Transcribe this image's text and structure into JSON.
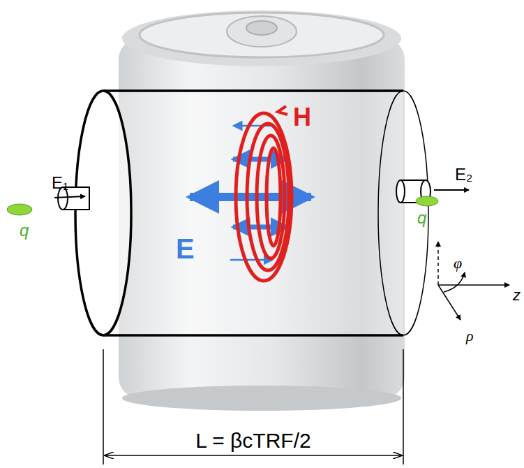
{
  "diagram": {
    "labels": [
      "E₁",
      "q",
      "H",
      "E",
      "E₂",
      "q",
      "φ",
      "z",
      "ρ",
      "L = βcTRF/2"
    ]
  }
}
